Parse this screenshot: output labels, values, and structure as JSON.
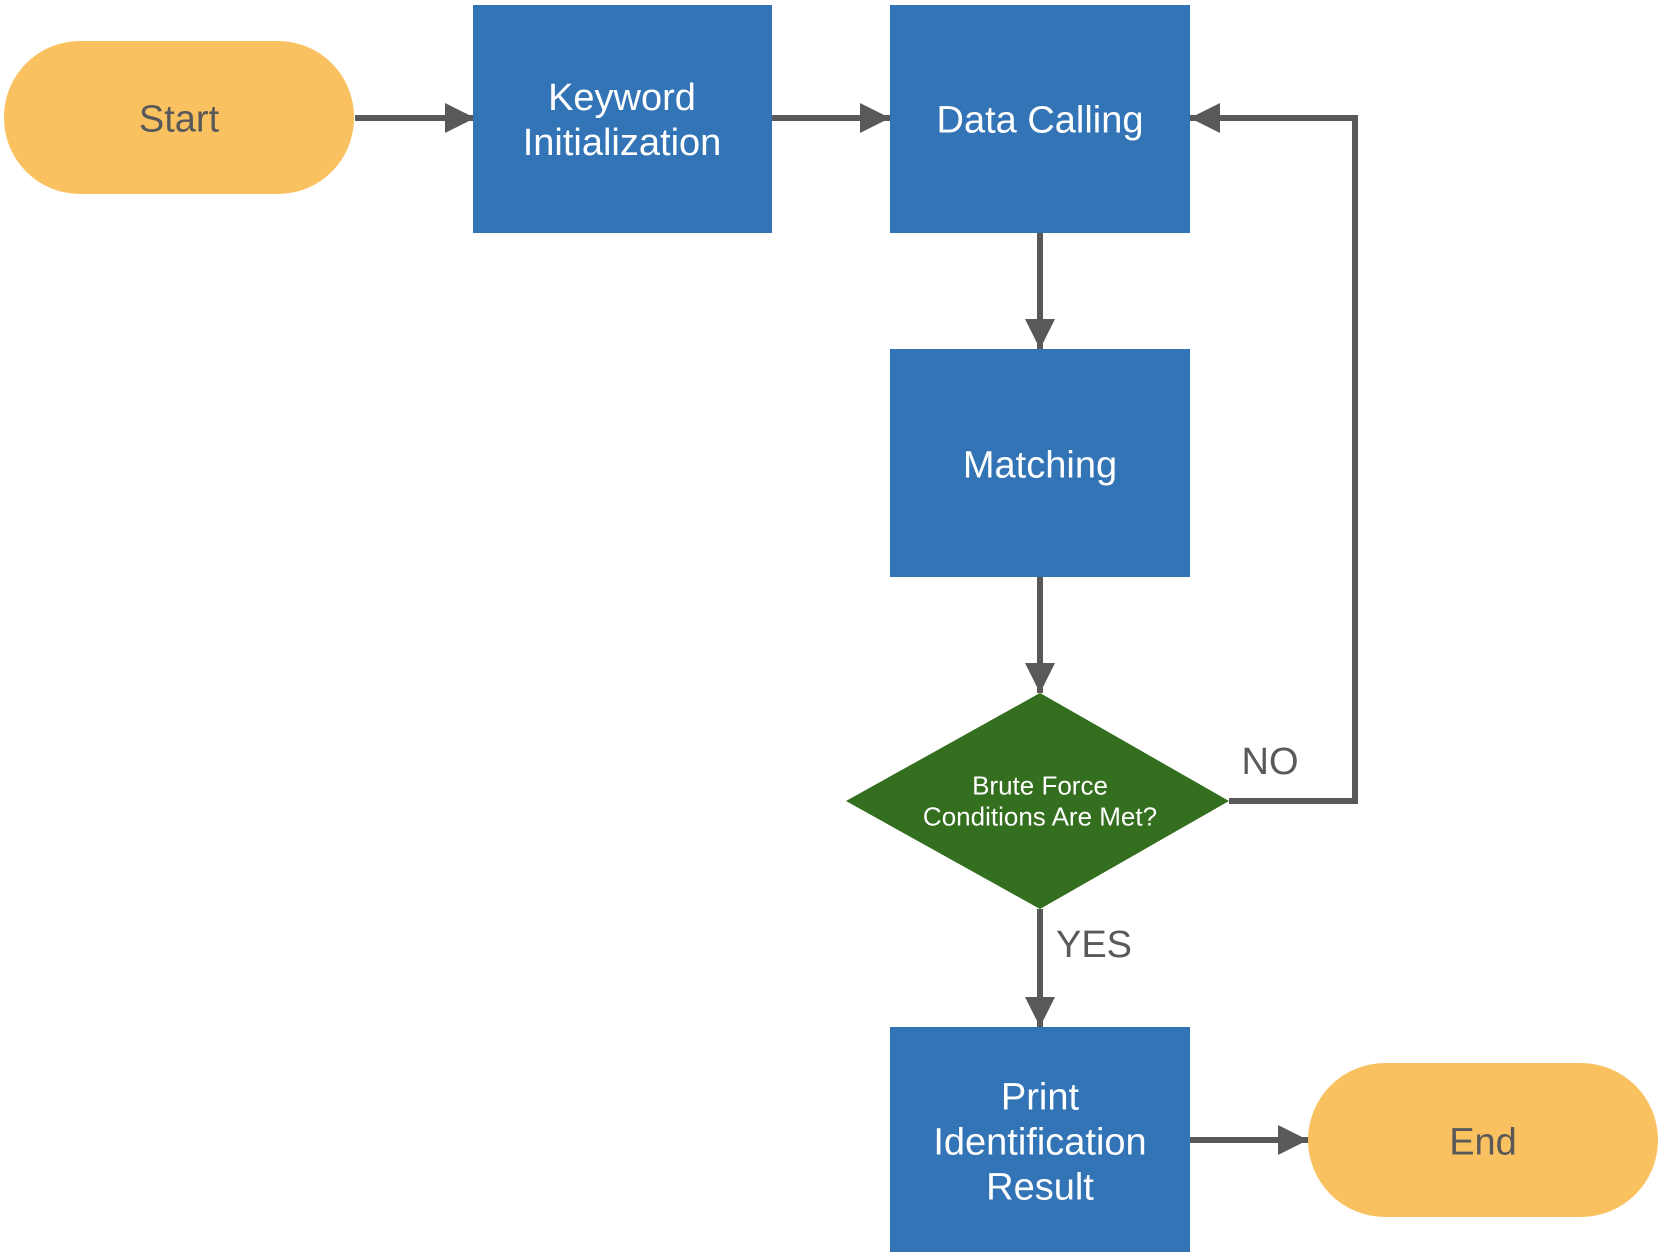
{
  "colors": {
    "process_fill": "#3274B5",
    "terminal_fill": "#FAC160",
    "decision_fill": "#336F1E",
    "connector": "#595959",
    "process_text": "#FFFFFF",
    "terminal_text": "#595959",
    "edge_label_text": "#595959"
  },
  "nodes": {
    "start": {
      "lines": [
        "Start"
      ]
    },
    "keyword_init": {
      "lines": [
        "Keyword",
        "Initialization"
      ]
    },
    "data_calling": {
      "lines": [
        "Data Calling"
      ]
    },
    "matching": {
      "lines": [
        "Matching"
      ]
    },
    "decision": {
      "lines": [
        "Brute Force",
        "Conditions Are Met?"
      ]
    },
    "print_result": {
      "lines": [
        "Print",
        "Identification",
        "Result"
      ]
    },
    "end": {
      "lines": [
        "End"
      ]
    }
  },
  "edges": {
    "no_label": "NO",
    "yes_label": "YES"
  }
}
